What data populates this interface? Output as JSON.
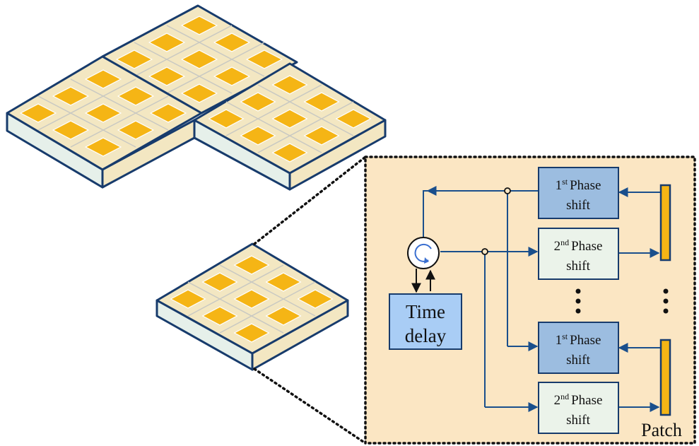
{
  "colors": {
    "navy": "#173b6c",
    "patch": "#f5b515",
    "substrate_top": "#f3e7c2",
    "substrate_side": "#e6f0ea",
    "panel_bg": "#fbe6c3",
    "box_dark": "#9cbde0",
    "box_light": "#ebf3ea",
    "box_time": "#a9cdf5",
    "arrow": "#1a4f8c"
  },
  "labels": {
    "ps1_ord": "st",
    "ps2_ord": "nd",
    "ps_num1": "1",
    "ps_num2": "2",
    "phase": "Phase",
    "shift": "shift",
    "time": "Time",
    "delay": "delay",
    "patch": "Patch"
  }
}
